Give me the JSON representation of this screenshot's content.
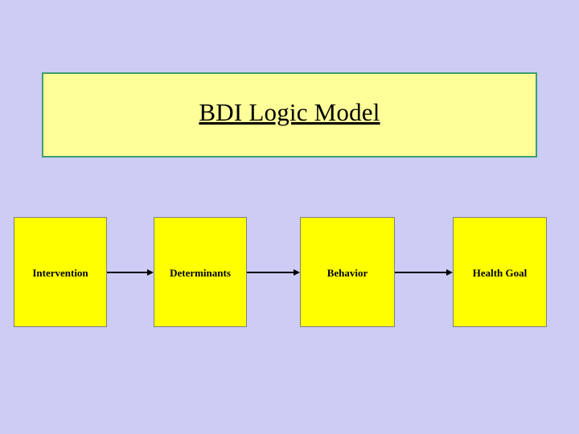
{
  "slide": {
    "background_color": "#ccccf5",
    "title": {
      "text": "BDI Logic Model",
      "box_fill": "#ffff99",
      "box_border": "#3f9f6f"
    },
    "diagram": {
      "type": "flow-chain",
      "node_fill": "#ffff00",
      "node_border": "#808080",
      "arrow_color": "#000000",
      "nodes": [
        {
          "label": "Intervention"
        },
        {
          "label": "Determinants"
        },
        {
          "label": "Behavior"
        },
        {
          "label": "Health Goal"
        }
      ],
      "connectors": [
        {
          "from": "Intervention",
          "to": "Determinants"
        },
        {
          "from": "Determinants",
          "to": "Behavior"
        },
        {
          "from": "Behavior",
          "to": "Health Goal"
        }
      ]
    }
  }
}
